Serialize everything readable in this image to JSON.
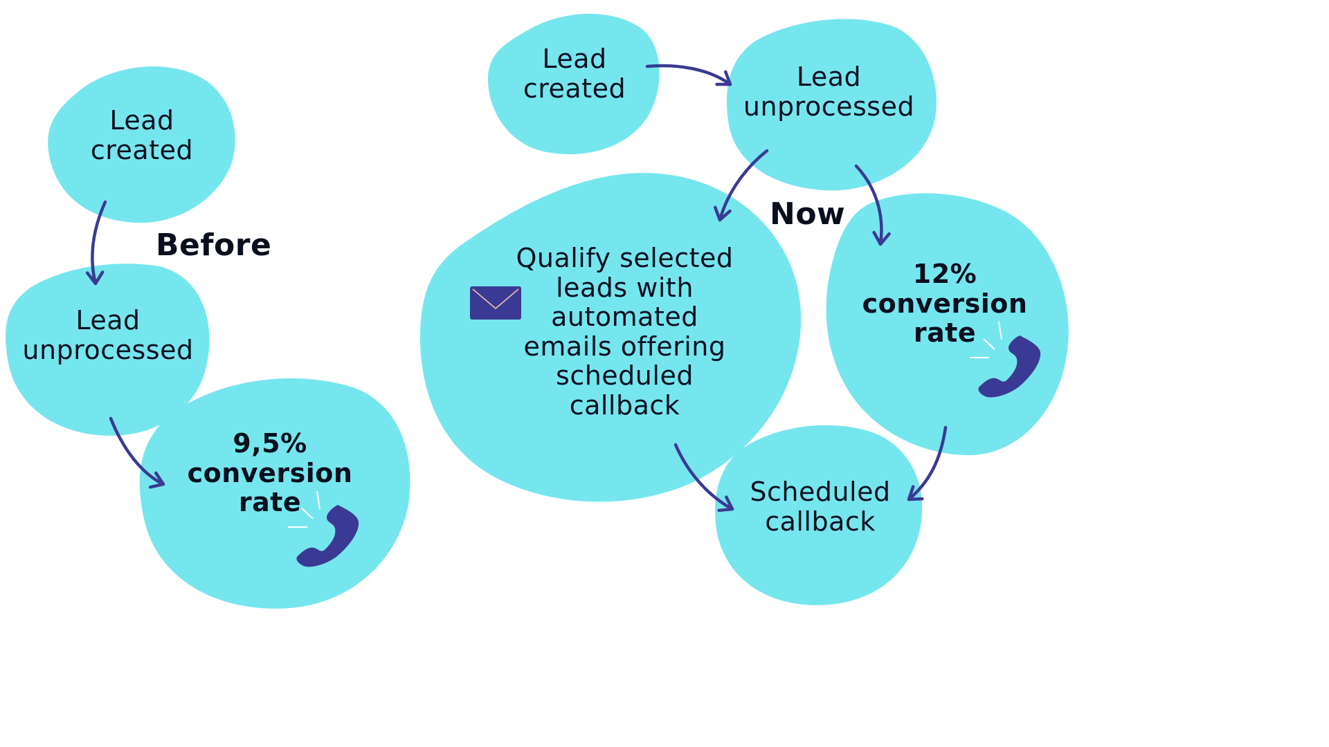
{
  "colors": {
    "blob": "#76E6EE",
    "arrow": "#3A3A94",
    "text": "#0A0F1E",
    "icon": "#3A3A94",
    "icon_accent": "#F3B8A5",
    "spark": "#FFFFFF"
  },
  "before": {
    "heading": "Before",
    "node_created": "Lead\ncreated",
    "node_unprocessed": "Lead\nunprocessed",
    "node_conversion": "9,5%\nconversion\nrate"
  },
  "now": {
    "heading": "Now",
    "node_created": "Lead\ncreated",
    "node_unprocessed": "Lead\nunprocessed",
    "node_qualify": "Qualify selected\nleads with\nautomated\nemails offering\nscheduled\ncallback",
    "node_conversion": "12%\nconversion\nrate",
    "node_callback": "Scheduled\ncallback"
  },
  "icons": {
    "phone_before": "phone-icon",
    "phone_now": "phone-icon",
    "mail": "mail-icon"
  }
}
